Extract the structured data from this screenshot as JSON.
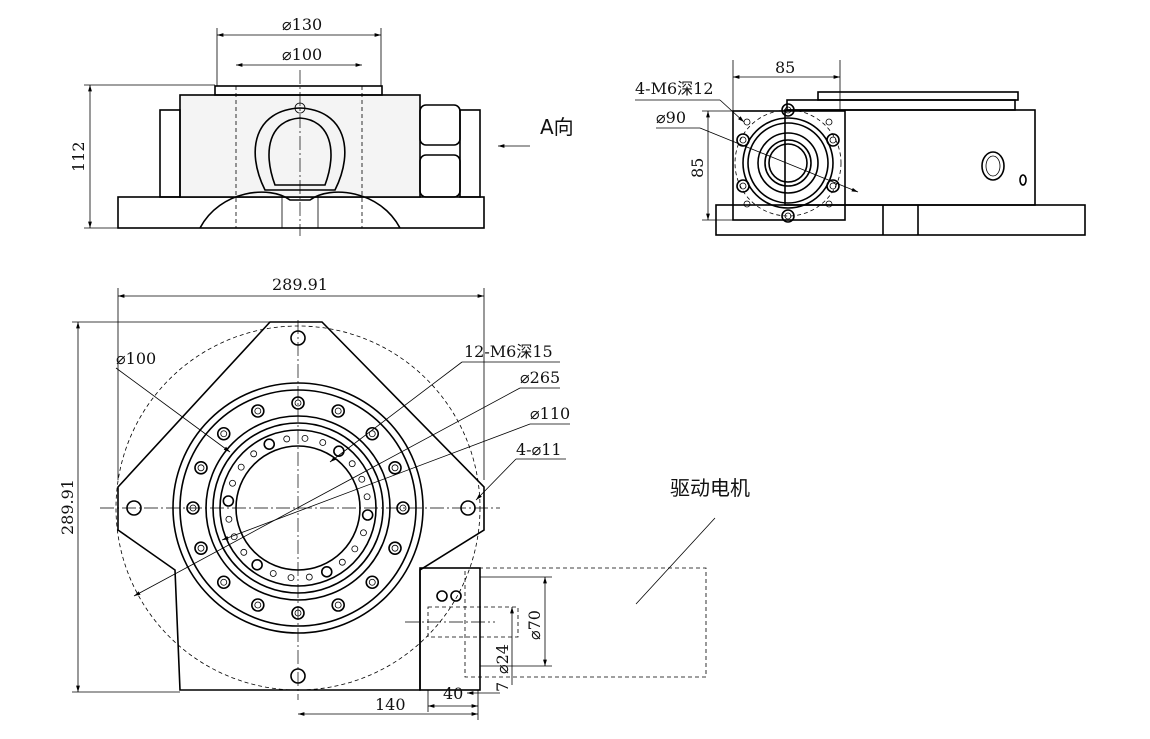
{
  "front_view": {
    "dia_130": "⌀130",
    "dia_100": "⌀100",
    "height_112": "112",
    "view_arrow": "A向"
  },
  "side_view": {
    "thread_holes": "4-M6深12",
    "dia_90": "⌀90",
    "width_85": "85",
    "height_85": "85"
  },
  "plan_view": {
    "width": "289.91",
    "height": "289.91",
    "dia_100": "⌀100",
    "thread_holes": "12-M6深15",
    "dia_265": "⌀265",
    "dia_110": "⌀110",
    "mount_holes": "4-⌀11",
    "motor_label": "驱动电机",
    "dia_70": "⌀70",
    "dia_24": "⌀24",
    "dim_7": "7",
    "dim_40": "40",
    "dim_140": "140"
  }
}
